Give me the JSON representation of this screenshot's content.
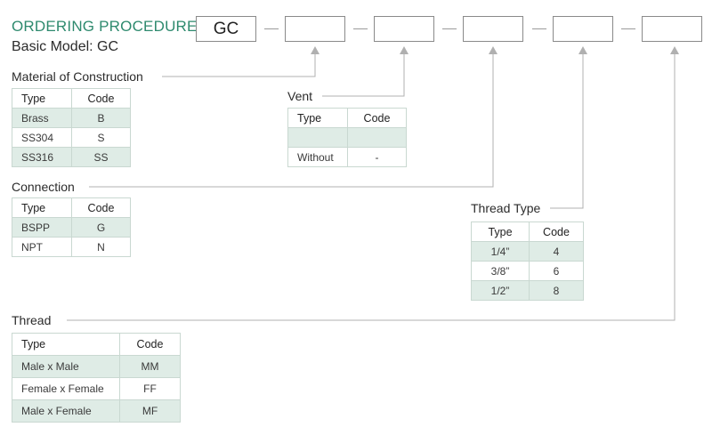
{
  "header": {
    "title": "ORDERING PROCEDURE",
    "subtitle": "Basic Model: GC"
  },
  "model_code": {
    "boxes": [
      "GC",
      "",
      "",
      "",
      "",
      ""
    ],
    "separator": "—"
  },
  "sections": {
    "material": {
      "label": "Material of Construction",
      "columns": [
        "Type",
        "Code"
      ],
      "rows": [
        [
          "Brass",
          "B"
        ],
        [
          "SS304",
          "S"
        ],
        [
          "SS316",
          "SS"
        ]
      ]
    },
    "vent": {
      "label": "Vent",
      "columns": [
        "Type",
        "Code"
      ],
      "rows": [
        [
          "",
          ""
        ],
        [
          "Without",
          "-"
        ]
      ]
    },
    "connection": {
      "label": "Connection",
      "columns": [
        "Type",
        "Code"
      ],
      "rows": [
        [
          "BSPP",
          "G"
        ],
        [
          "NPT",
          "N"
        ]
      ]
    },
    "thread_type": {
      "label": "Thread Type",
      "columns": [
        "Type",
        "Code"
      ],
      "rows": [
        [
          "1/4”",
          "4"
        ],
        [
          "3/8”",
          "6"
        ],
        [
          "1/2”",
          "8"
        ]
      ]
    },
    "thread": {
      "label": "Thread",
      "columns": [
        "Type",
        "Code"
      ],
      "rows": [
        [
          "Male x Male",
          "MM"
        ],
        [
          "Female x Female",
          "FF"
        ],
        [
          "Male x Female",
          "MF"
        ]
      ]
    }
  },
  "colors": {
    "title": "#2e8a6e",
    "row_shade": "#dfece6",
    "grid": "#c9d8d1",
    "connector": "#b0b0b0"
  }
}
